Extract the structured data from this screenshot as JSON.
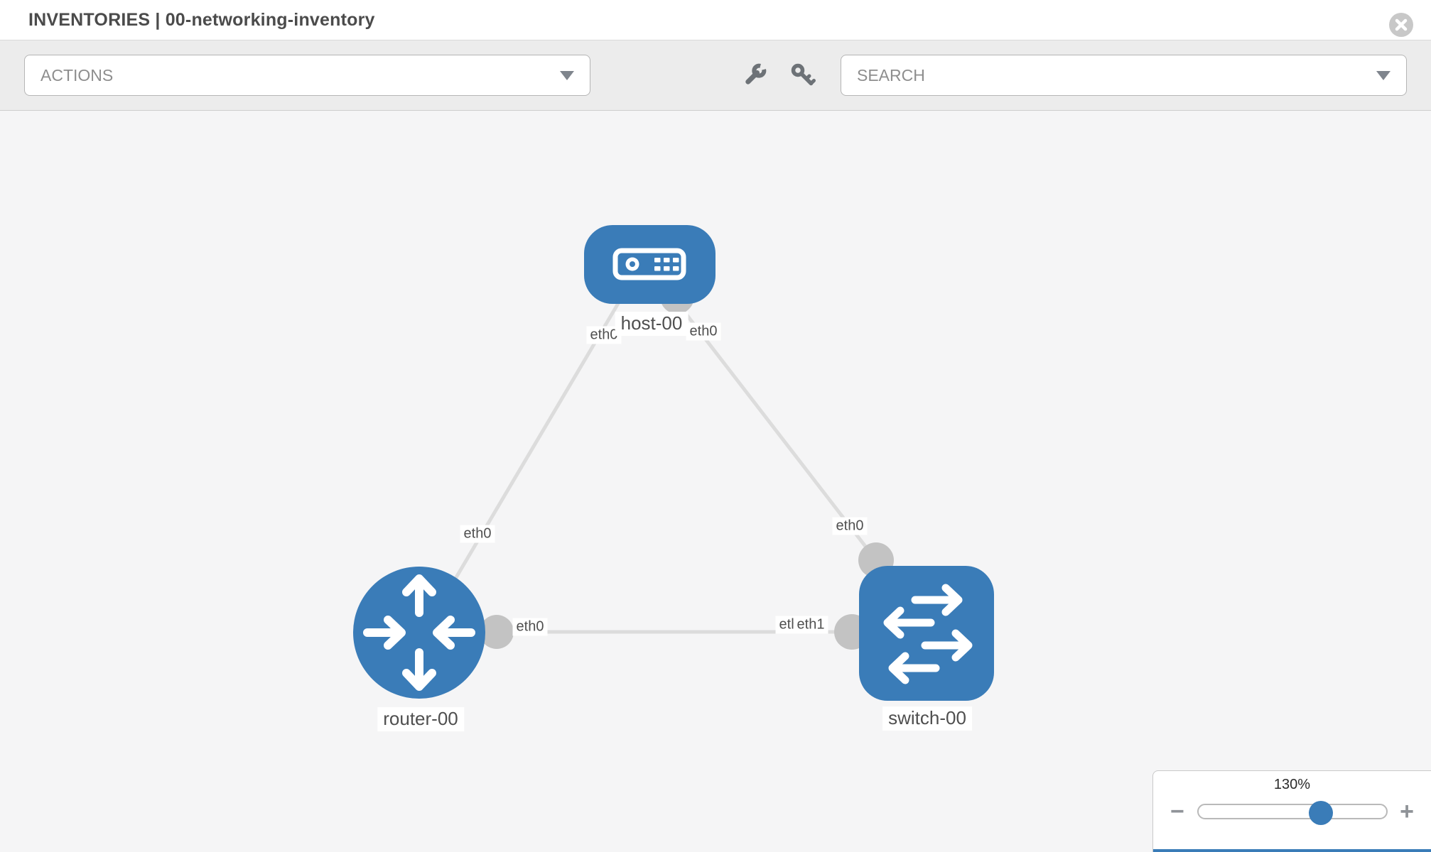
{
  "header": {
    "title": "INVENTORIES | 00-networking-inventory"
  },
  "toolbar": {
    "actions_label": "ACTIONS",
    "search_label": "SEARCH"
  },
  "icons": {
    "header_close": "close-icon",
    "toolbar_tools": [
      "wrench-icon",
      "key-icon"
    ],
    "select_caret": "chevron-down-icon"
  },
  "diagram": {
    "nodes": [
      {
        "id": "host-00",
        "type": "host",
        "label": "host-00"
      },
      {
        "id": "router-00",
        "type": "router",
        "label": "router-00"
      },
      {
        "id": "switch-00",
        "type": "switch",
        "label": "switch-00"
      }
    ],
    "links": [
      {
        "from": "host-00",
        "from_if": "eth0",
        "to": "router-00",
        "to_if": "eth0"
      },
      {
        "from": "host-00",
        "from_if": "eth0",
        "to": "switch-00",
        "to_if": "eth0"
      },
      {
        "from": "router-00",
        "from_if": "eth0",
        "to": "switch-00",
        "to_if": "eth1"
      }
    ],
    "overlapped_label": "eth0"
  },
  "zoom_control": {
    "level": "130%",
    "minus_label": "−",
    "plus_label": "+",
    "value_percent": 130
  },
  "colors": {
    "node_blue": "#3a7cb8",
    "link_gray": "#dcdcdc",
    "port_gray": "#c3c3c3",
    "canvas_bg": "#f5f5f6"
  }
}
